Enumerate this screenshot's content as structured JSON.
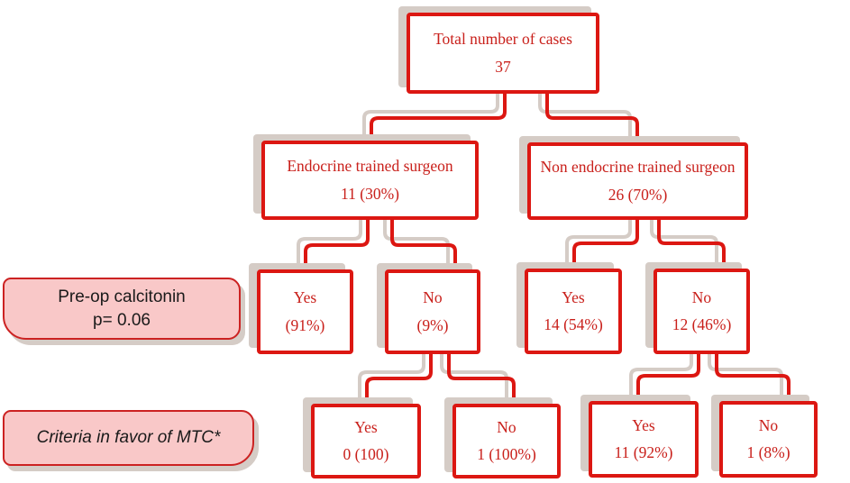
{
  "colors": {
    "red": "#dc1712",
    "text_red": "#c9201b",
    "shadow": "#d5ccc6",
    "pink_fill": "#f9c8c8",
    "pink_border": "#cc2222",
    "label_text": "#1a1a1a"
  },
  "tree": {
    "root": {
      "line1": "Total number of cases",
      "line2": "37"
    },
    "endocrine": {
      "line1": "Endocrine trained surgeon",
      "line2": "11 (30%)"
    },
    "non_endocrine": {
      "line1": "Non endocrine trained surgeon",
      "line2": "26 (70%)"
    },
    "endo_yes": {
      "line1": "Yes",
      "line2": "(91%)"
    },
    "endo_no": {
      "line1": "No",
      "line2": "(9%)"
    },
    "nonendo_yes": {
      "line1": "Yes",
      "line2": "14 (54%)"
    },
    "nonendo_no": {
      "line1": "No",
      "line2": "12 (46%)"
    },
    "endo_no_criteria_yes": {
      "line1": "Yes",
      "line2": "0 (100)"
    },
    "endo_no_criteria_no": {
      "line1": "No",
      "line2": "1 (100%)"
    },
    "nonendo_no_criteria_yes": {
      "line1": "Yes",
      "line2": "11 (92%)"
    },
    "nonendo_no_criteria_no": {
      "line1": "No",
      "line2": "1 (8%)"
    }
  },
  "row_labels": {
    "preop": {
      "line1": "Pre-op calcitonin",
      "line2": "p= 0.06"
    },
    "criteria": {
      "line1": "Criteria in favor of MTC*"
    }
  }
}
